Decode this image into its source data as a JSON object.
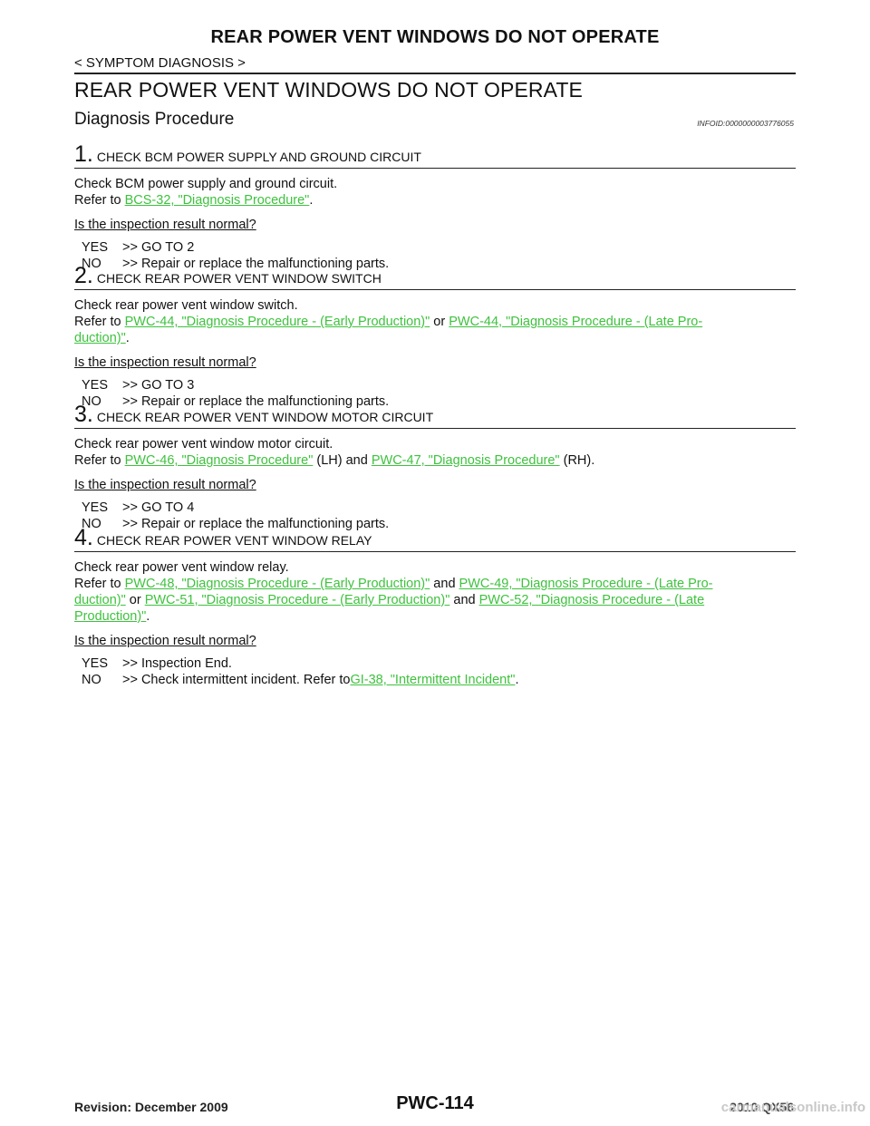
{
  "header": {
    "title": "REAR POWER VENT WINDOWS DO NOT OPERATE",
    "crumb": "< SYMPTOM DIAGNOSIS >"
  },
  "section": {
    "title": "REAR POWER VENT WINDOWS DO NOT OPERATE",
    "subtitle": "Diagnosis Procedure",
    "info_id": "INFOID:0000000003776055"
  },
  "steps": [
    {
      "num": "1",
      "title": "CHECK BCM POWER SUPPLY AND GROUND CIRCUIT",
      "check": "Check BCM power supply and ground circuit.",
      "refer_prefix": "Refer to ",
      "link1": "BCS-32, \"Diagnosis Procedure\"",
      "refer_suffix": ".",
      "question": "Is the inspection result normal?",
      "yes_label": "YES",
      "yes_text": ">> GO TO 2",
      "no_label": "NO",
      "no_text": ">> Repair or replace the malfunctioning parts."
    },
    {
      "num": "2",
      "title": "CHECK REAR POWER VENT WINDOW SWITCH",
      "check": "Check rear power vent window switch.",
      "refer_prefix": "Refer to ",
      "link1": "PWC-44, \"Diagnosis Procedure - (Early Production)\"",
      "joiner1": " or ",
      "link2a": "PWC-44, \"Diagnosis Procedure - (Late Pro-",
      "link2b": "duction)\"",
      "refer_suffix": ".",
      "question": "Is the inspection result normal?",
      "yes_label": "YES",
      "yes_text": ">> GO TO 3",
      "no_label": "NO",
      "no_text": ">> Repair or replace the malfunctioning parts."
    },
    {
      "num": "3",
      "title": "CHECK REAR POWER VENT WINDOW MOTOR CIRCUIT",
      "check": "Check rear power vent window motor circuit.",
      "refer_prefix": "Refer to ",
      "link1": "PWC-46, \"Diagnosis Procedure\"",
      "joiner1": " (LH) and ",
      "link2": "PWC-47, \"Diagnosis Procedure\"",
      "refer_suffix": " (RH).",
      "question": "Is the inspection result normal?",
      "yes_label": "YES",
      "yes_text": ">> GO TO 4",
      "no_label": "NO",
      "no_text": ">> Repair or replace the malfunctioning parts."
    },
    {
      "num": "4",
      "title": "CHECK REAR POWER VENT WINDOW RELAY",
      "check": "Check rear power vent window relay.",
      "refer_prefix": "Refer to ",
      "link1": "PWC-48, \"Diagnosis Procedure - (Early Production)\"",
      "joiner1": " and ",
      "link2a": "PWC-49, \"Diagnosis Procedure - (Late Pro-",
      "link2b": "duction)\"",
      "joiner2": " or ",
      "link3": "PWC-51, \"Diagnosis Procedure - (Early Production)\"",
      "joiner3": " and ",
      "link4a": "PWC-52, \"Diagnosis Procedure - (Late",
      "link4b": "Production)\"",
      "refer_suffix": ".",
      "question": "Is the inspection result normal?",
      "yes_label": "YES",
      "yes_text": ">> Inspection End.",
      "no_label": "NO",
      "no_text_prefix": ">> Check intermittent incident. Refer to ",
      "no_link": "GI-38, \"Intermittent Incident\"",
      "no_text_suffix": "."
    }
  ],
  "footer": {
    "revision": "Revision: December 2009",
    "page": "PWC-114",
    "model": "2010 QX56",
    "watermark": "carmanualsonline.info"
  },
  "colors": {
    "link": "#3ec23e",
    "text": "#111111"
  }
}
